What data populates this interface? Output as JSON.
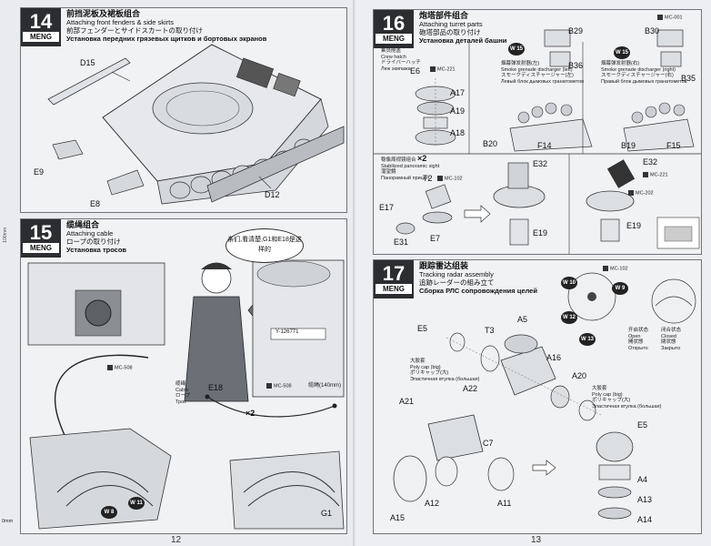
{
  "pages": {
    "left_number": "12",
    "right_number": "13"
  },
  "brand": "MENG",
  "ruler_label": "0mm",
  "ruler_label_top": "100mm",
  "step14": {
    "number": "14",
    "title_zh": "前挡泥板及裙板组合",
    "title_en": "Attaching front fenders & side skirts",
    "title_ja": "前部フェンダーとサイドスカートの取り付け",
    "title_ru": "Установка передних грязевых щитков и бортовых экранов",
    "parts": [
      "D15",
      "E9",
      "E8",
      "D12"
    ]
  },
  "step15": {
    "number": "15",
    "title_zh": "缆绳组合",
    "title_en": "Attaching cable",
    "title_ja": "ロープの取り付け",
    "title_ru": "Установка тросов",
    "speech": "亲们,看清楚,G1和E18是这样的",
    "plate": "Y-126771",
    "mc1": "MC-508",
    "cable_zh": "缆绳",
    "cable_en": "Cable",
    "cable_ja": "ロープ",
    "cable_ru": "Трос",
    "cable_len": "缆绳(140mm)",
    "mc2": "MC-508",
    "part_e18": "E18",
    "times": "×2",
    "w11": "W 11",
    "w8": "W 8",
    "g1": "G1"
  },
  "step16": {
    "number": "16",
    "title_zh": "炮塔部件组合",
    "title_en": "Attaching turret parts",
    "title_ja": "砲塔部品の取り付け",
    "title_ru": "Установка деталей башни",
    "crew_hatch_zh": "乘员舱盖",
    "crew_hatch_en": "Crew hatch",
    "crew_hatch_ja": "ドライバーハッチ",
    "crew_hatch_ru": "Люк экипажа",
    "smoke_left_zh": "烟幕弹发射器(左)",
    "smoke_left_en": "Smoke grenade discharger (left)",
    "smoke_left_ja": "スモークディスチャージャー(左)",
    "smoke_left_ru": "Левый блок дымовых гранатометов",
    "smoke_right_zh": "烟幕弹发射器(右)",
    "smoke_right_en": "Smoke grenade discharger (right)",
    "smoke_right_ja": "スモークディスチャージャー(右)",
    "smoke_right_ru": "Правый блок дымовых гранатометов",
    "periscope_zh": "稳像周视镜组合",
    "periscope_en": "Stabilized panoramic sight",
    "periscope_ja": "潜望鏡",
    "periscope_ru": "Панорамный прицел",
    "mc_221": "MC-221",
    "mc_102": "MC-102",
    "mc_221b": "MC-221",
    "mc_202": "MC-202",
    "mc_001": "MC-001",
    "times": "×2",
    "parts": [
      "E6",
      "A17",
      "A19",
      "A18",
      "B29",
      "B36",
      "B20",
      "F14",
      "B30",
      "B35",
      "B19",
      "F15",
      "E32",
      "T2",
      "E17",
      "E31",
      "E7",
      "E19",
      "E32",
      "E19"
    ],
    "w15a": "W 15",
    "w15b": "W 15"
  },
  "step17": {
    "number": "17",
    "title_zh": "跟踪雷达组装",
    "title_en": "Tracking radar assembly",
    "title_ja": "追跡レーダーの組み立て",
    "title_ru": "Сборка РЛС сопровождения целей",
    "mc_102": "MC-102",
    "w10": "W 10",
    "w9": "W 9",
    "w12": "W 12",
    "w13": "W 13",
    "open_zh": "开启状态",
    "open_en": "Open",
    "open_ja": "開状態",
    "open_ru": "Открыто",
    "closed_zh": "闭合状态",
    "closed_en": "Closed",
    "closed_ja": "閉状態",
    "closed_ru": "Закрыто",
    "polycap_zh": "大胶套",
    "polycap_en": "Poly cap (big)",
    "polycap_ja": "ポリキャップ(大)",
    "polycap_ru": "Эластичная втулка (большая)",
    "parts": [
      "E5",
      "T3",
      "A5",
      "A16",
      "A22",
      "A20",
      "A21",
      "C7",
      "E5",
      "A12",
      "A11",
      "A15",
      "A4",
      "A13",
      "A14"
    ]
  }
}
